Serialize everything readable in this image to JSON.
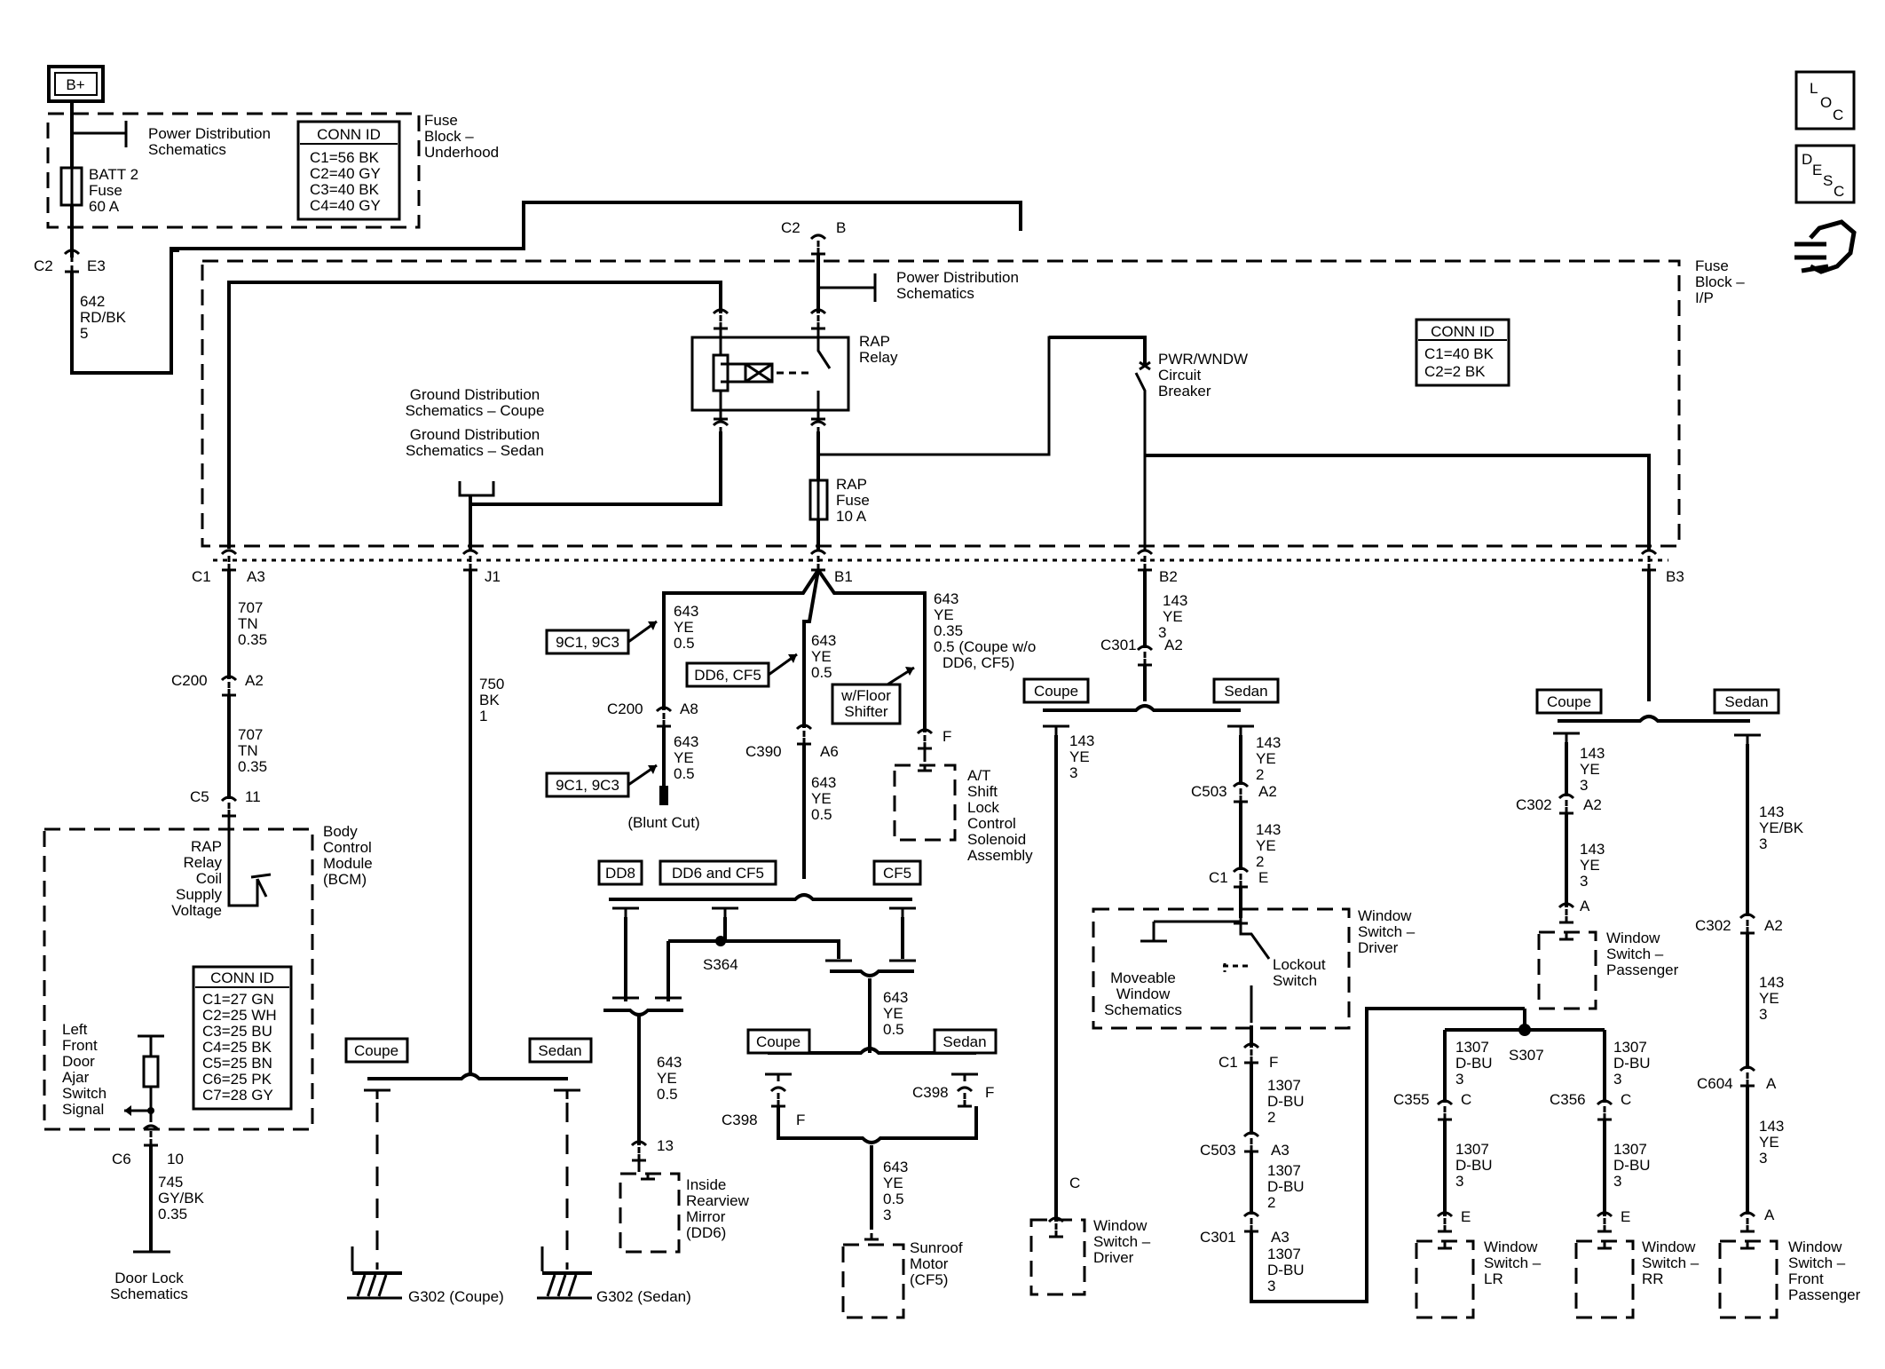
{
  "nav": {
    "loc_letters": [
      "L",
      "O",
      "C"
    ],
    "desc_letters": [
      "D",
      "E",
      "S",
      "C"
    ]
  },
  "labels": {
    "bplus": "B+",
    "pds1a": "Power Distribution",
    "pds1b": "Schematics",
    "conn1_title": "CONN ID",
    "conn1_1": "C1=56 BK",
    "conn1_2": "C2=40 GY",
    "conn1_3": "C3=40 BK",
    "conn1_4": "C4=40 GY",
    "fbu1": "Fuse",
    "fbu2": "Block –",
    "fbu3": "Underhood",
    "batt1": "BATT 2",
    "batt2": "Fuse",
    "batt3": "60 A",
    "c2_left": "C2",
    "e3": "E3",
    "w642a": "642",
    "w642b": "RD/BK",
    "w642c": "5",
    "c2_top": "C2",
    "b_top": "B",
    "pds2a": "Power Distribution",
    "pds2b": "Schematics",
    "fbip1": "Fuse",
    "fbip2": "Block –",
    "fbip3": "I/P",
    "rap1": "RAP",
    "rap2": "Relay",
    "gd1": "Ground Distribution",
    "gd2": "Schematics – Coupe",
    "gd3": "Ground Distribution",
    "gd4": "Schematics – Sedan",
    "pw1": "PWR/WNDW",
    "pw2": "Circuit",
    "pw3": "Breaker",
    "conn2_title": "CONN ID",
    "conn2_1": "C1=40 BK",
    "conn2_2": "C2=2 BK",
    "rf1": "RAP",
    "rf2": "Fuse",
    "rf3": "10 A",
    "c1": "C1",
    "a3": "A3",
    "j1": "J1",
    "b1": "B1",
    "b2": "B2",
    "b3": "B3",
    "w707a": "707",
    "w707b": "TN",
    "w707c": "0.35",
    "c200": "C200",
    "a2": "A2",
    "w707d": "707",
    "w707e": "TN",
    "w707f": "0.35",
    "c5": "C5",
    "p11": "11",
    "bcm1": "Body",
    "bcm2": "Control",
    "bcm3": "Module",
    "bcm4": "(BCM)",
    "rc1": "RAP",
    "rc2": "Relay",
    "rc3": "Coil",
    "rc4": "Supply",
    "rc5": "Voltage",
    "conn3_title": "CONN ID",
    "conn3_1": "C1=27 GN",
    "conn3_2": "C2=25 WH",
    "conn3_3": "C3=25 BU",
    "conn3_4": "C4=25 BK",
    "conn3_5": "C5=25 BN",
    "conn3_6": "C6=25 PK",
    "conn3_7": "C7=28 GY",
    "lf1": "Left",
    "lf2": "Front",
    "lf3": "Door",
    "lf4": "Ajar",
    "lf5": "Switch",
    "lf6": "Signal",
    "c6": "C6",
    "p10": "10",
    "w745a": "745",
    "w745b": "GY/BK",
    "w745c": "0.35",
    "dl1": "Door Lock",
    "dl2": "Schematics",
    "w750a": "750",
    "w750b": "BK",
    "w750c": "1",
    "coupe": "Coupe",
    "sedan": "Sedan",
    "g302c": "G302 (Coupe)",
    "g302s": "G302 (Sedan)",
    "opt9c": "9C1, 9C3",
    "optdd6": "DD6, CF5",
    "optfloor1": "w/Floor",
    "optfloor2": "Shifter",
    "w643": "643",
    "ye": "YE",
    "g05": "0.5",
    "g035": "0.35",
    "coupewo1": "0.5 (Coupe w/o",
    "coupewo2": "DD6, CF5)",
    "c200b": "C200",
    "a8": "A8",
    "blunt": "(Blunt Cut)",
    "c390": "C390",
    "a6": "A6",
    "pf": "F",
    "at1": "A/T",
    "at2": "Shift",
    "at3": "Lock",
    "at4": "Control",
    "at5": "Solenoid",
    "at6": "Assembly",
    "dd8": "DD8",
    "dd6cf5": "DD6 and CF5",
    "cf5": "CF5",
    "s364": "S364",
    "p13": "13",
    "ir1": "Inside",
    "ir2": "Rearview",
    "ir3": "Mirror",
    "ir4": "(DD6)",
    "c398": "C398",
    "p3": "3",
    "sr1": "Sunroof",
    "sr2": "Motor",
    "sr3": "(CF5)",
    "w143": "143",
    "c301": "C301",
    "p2": "2",
    "c503": "C503",
    "pe": "E",
    "pc": "C",
    "pa": "A",
    "wd1": "Window",
    "wd2": "Switch –",
    "wd3": "Driver",
    "mw1": "Moveable",
    "mw2": "Window",
    "mw3": "Schematics",
    "ls1": "Lockout",
    "ls2": "Switch",
    "w1307": "1307",
    "dbu": "D-BU",
    "c302": "C302",
    "yebk": "YE/BK",
    "wp1": "Window",
    "wp2": "Switch –",
    "wp3": "Passenger",
    "s307": "S307",
    "c355": "C355",
    "c356": "C356",
    "c604": "C604",
    "lr": "LR",
    "rr": "RR",
    "fp1": "Window",
    "fp2": "Switch –",
    "fp3": "Front",
    "fp4": "Passenger"
  }
}
